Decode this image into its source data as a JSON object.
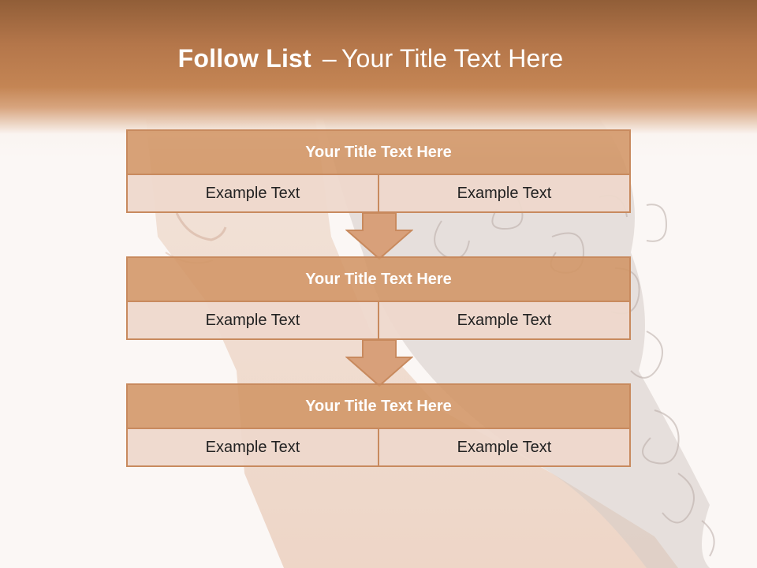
{
  "slide": {
    "title_bold": "Follow List",
    "title_dash": "–",
    "title_rest": "Your Title Text Here"
  },
  "steps": [
    {
      "title": "Your Title Text Here",
      "left": "Example Text",
      "right": "Example Text"
    },
    {
      "title": "Your Title Text Here",
      "left": "Example Text",
      "right": "Example Text"
    },
    {
      "title": "Your Title Text Here",
      "left": "Example Text",
      "right": "Example Text"
    }
  ],
  "colors": {
    "header_top": "#915e38",
    "header_mid": "#c48554",
    "box_title_fill": "#d29565",
    "box_border": "#c88a5e",
    "cell_fill": "#eed8cc",
    "background": "#fbf7f5"
  },
  "icons": [
    "arrow-down-icon"
  ]
}
